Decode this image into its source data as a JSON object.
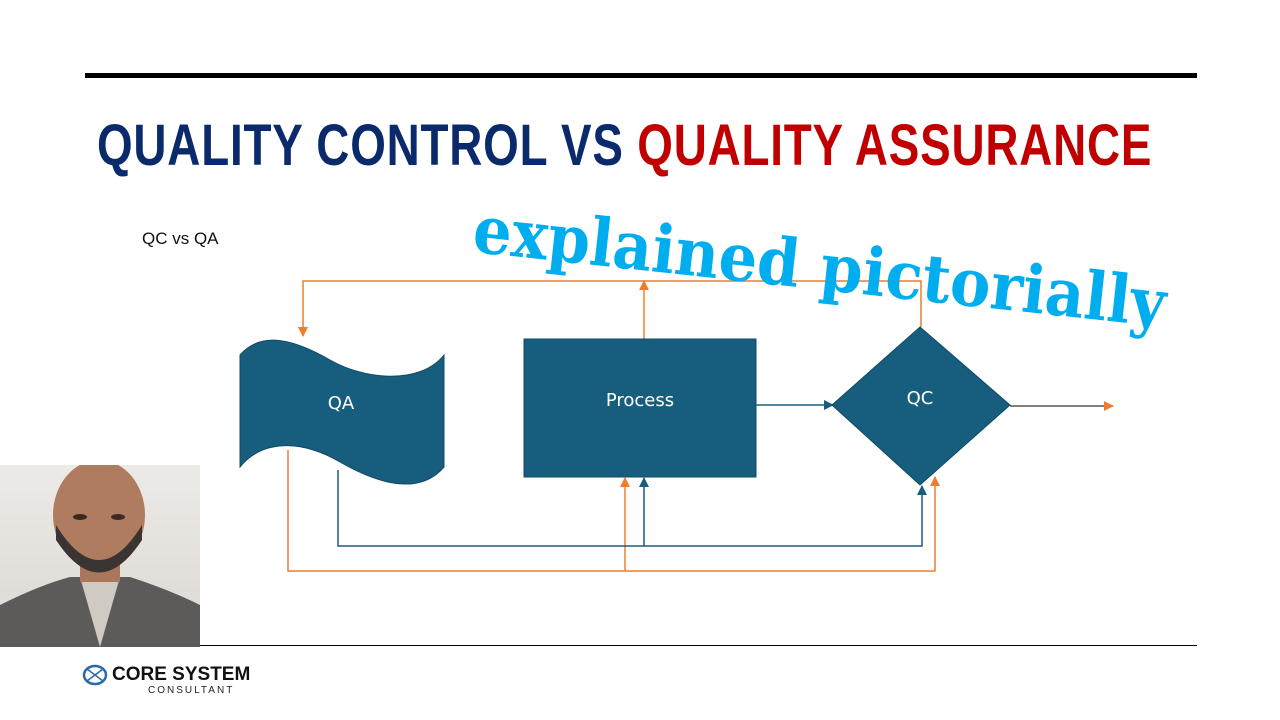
{
  "slide": {
    "title_part1": "QUALITY CONTROL VS ",
    "title_part2": "QUALITY ASSURANCE",
    "subtitle": "QC vs QA",
    "tagline": "explained pictorially"
  },
  "diagram": {
    "qa_label": "QA",
    "process_label": "Process",
    "qc_label": "QC"
  },
  "logo": {
    "name": "CORE SYSTEM",
    "sub": "CONSULTANT"
  },
  "colors": {
    "navy": "#0b2a6b",
    "red": "#c00000",
    "cyan": "#00aeef",
    "shape": "#175e7e",
    "orange": "#ed7d31"
  }
}
